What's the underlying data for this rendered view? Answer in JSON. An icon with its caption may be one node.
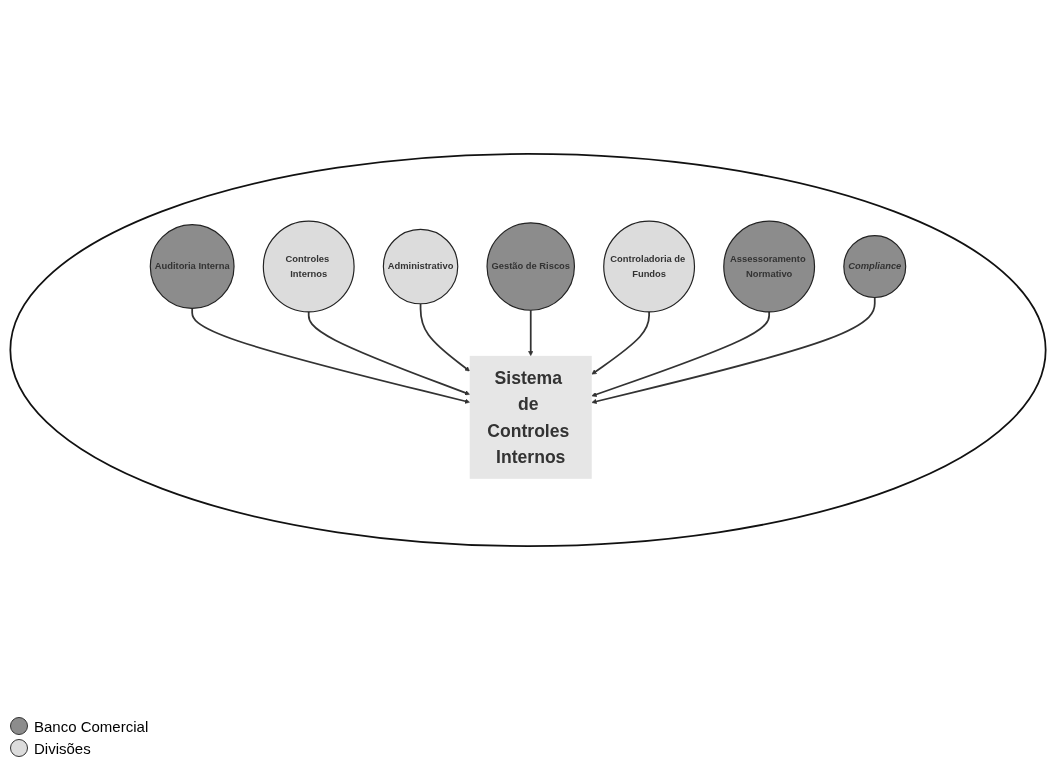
{
  "diagram": {
    "nodes": [
      {
        "text": [],
        "shape": "circle"
      },
      {
        "text": [
          "Auditoria Interna"
        ],
        "in": 0
      },
      {
        "text": [
          "Controles Internos"
        ],
        "in": 0
      },
      {
        "text": [
          "Administrativo"
        ],
        "in": 0
      },
      {
        "text": [
          "Sistema de Controles Internos"
        ],
        "in": 0
      },
      {
        "text": [
          "Gestão de Riscos"
        ],
        "in": 0
      },
      {
        "text": [
          "Controladoria de Fundos"
        ],
        "in": 0
      },
      {
        "text": [
          "Assessoramento Normativo"
        ],
        "in": 0
      },
      {
        "text": [
          "Compliance"
        ],
        "in": 0
      }
    ],
    "edges": [
      {
        "from": 1,
        "to": 4,
        "arrow": "to"
      },
      {
        "from": 2,
        "to": 4,
        "arrow": "to"
      },
      {
        "from": 3,
        "to": 4,
        "arrow": "to"
      },
      {
        "from": 5,
        "to": 4,
        "arrow": "to"
      },
      {
        "from": 6,
        "to": 4,
        "arrow": "to"
      },
      {
        "from": 7,
        "to": 4,
        "arrow": "to"
      },
      {
        "from": 8,
        "to": 4,
        "arrow": "to"
      }
    ],
    "legend": [
      {
        "text": "Banco Comercial",
        "color": "#8c8c8c"
      },
      {
        "text": "Divisões",
        "color": "#dcdcdc"
      }
    ]
  }
}
